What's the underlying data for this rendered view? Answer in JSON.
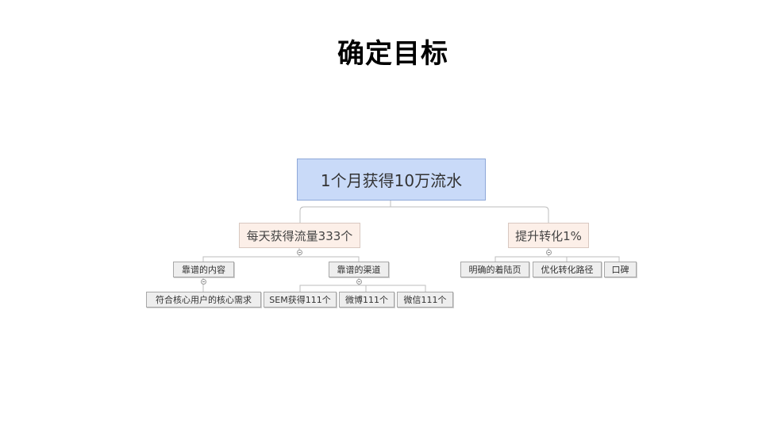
{
  "title": "确定目标",
  "mindmap": {
    "root": {
      "label": "1个月获得10万流水",
      "color": "#c9daf8"
    },
    "branches": [
      {
        "label": "每天获得流量333个",
        "color": "#fcefe8",
        "children": [
          {
            "label": "靠谱的内容",
            "children": [
              {
                "label": "符合核心用户的核心需求"
              }
            ]
          },
          {
            "label": "靠谱的渠道",
            "children": [
              {
                "label": "SEM获得111个"
              },
              {
                "label": "微博111个"
              },
              {
                "label": "微信111个"
              }
            ]
          }
        ]
      },
      {
        "label": "提升转化1%",
        "color": "#fcefe8",
        "children": [
          {
            "label": "明确的着陆页"
          },
          {
            "label": "优化转化路径"
          },
          {
            "label": "口碑"
          }
        ]
      }
    ]
  }
}
